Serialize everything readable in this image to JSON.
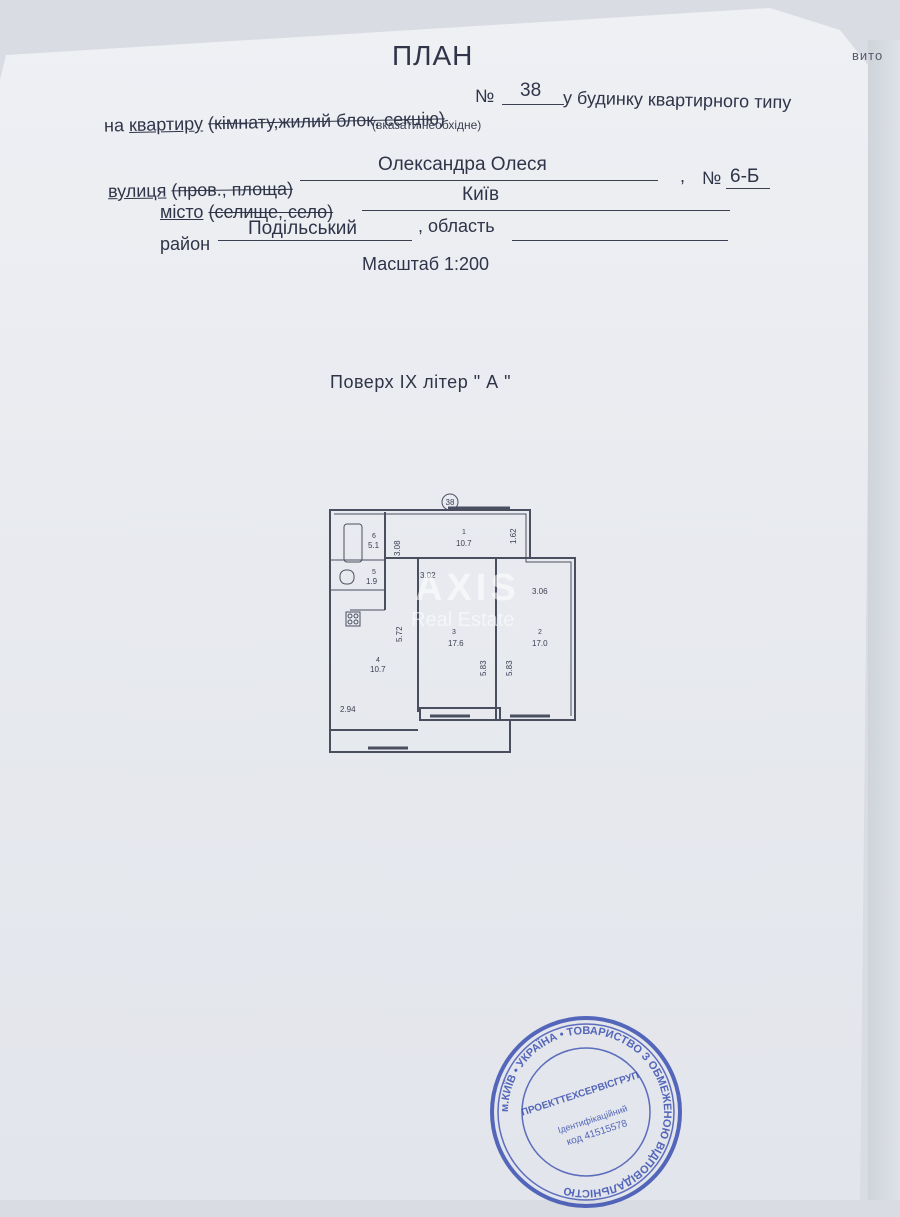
{
  "document": {
    "title": "ПЛАН",
    "line1": {
      "prefix": "на",
      "apartment_word": "квартиру",
      "struck_options": "(кімнату,жилий блок, секцію)",
      "number_label": "№",
      "number_value": "38",
      "suffix": "у будинку квартирного типу"
    },
    "hint": "(вказати необхідне)",
    "street": {
      "label": "вулиця",
      "struck_options": "(пров., площа)",
      "value": "Олександра Олеся",
      "number_label": "№",
      "number_value": "6-Б"
    },
    "city": {
      "label": "місто",
      "struck_options": "(селище, село)",
      "value": "Київ"
    },
    "district": {
      "label": "район",
      "value": "Подільський",
      "oblast_label": ", область"
    },
    "scale": "Масштаб 1:200",
    "floor": "Поверх  IX  літер \" А \"",
    "corner_text": "вито"
  },
  "floor_plan": {
    "apartment_marker": "38",
    "rooms": [
      {
        "id": "6",
        "area": "5.1"
      },
      {
        "id": "5",
        "area": "1.9"
      },
      {
        "id": "1",
        "area": "10.7",
        "label_top": true
      },
      {
        "id": "4",
        "area": "10.7"
      },
      {
        "id": "3",
        "area": "17.6"
      },
      {
        "id": "2",
        "area": "17.0"
      }
    ],
    "dimensions": [
      "3.08",
      "1.62",
      "3.02",
      "3.06",
      "5.72",
      "5.83",
      "5.83",
      "2.94"
    ]
  },
  "watermark": {
    "brand": "AXIS",
    "sub": "Real Estate"
  },
  "stamp": {
    "outer_text": "м.КИЇВ • УКРАЇНА • ТОВАРИСТВО З ОБМЕЖЕНОЮ ВІДПОВІДАЛЬНІСТЮ",
    "center_name": "ПРОЕКТТЕХСЕРВІСГРУП",
    "id_label": "Ідентифікаційний",
    "id_code": "код 41515578",
    "color": "#3a4fb0"
  }
}
